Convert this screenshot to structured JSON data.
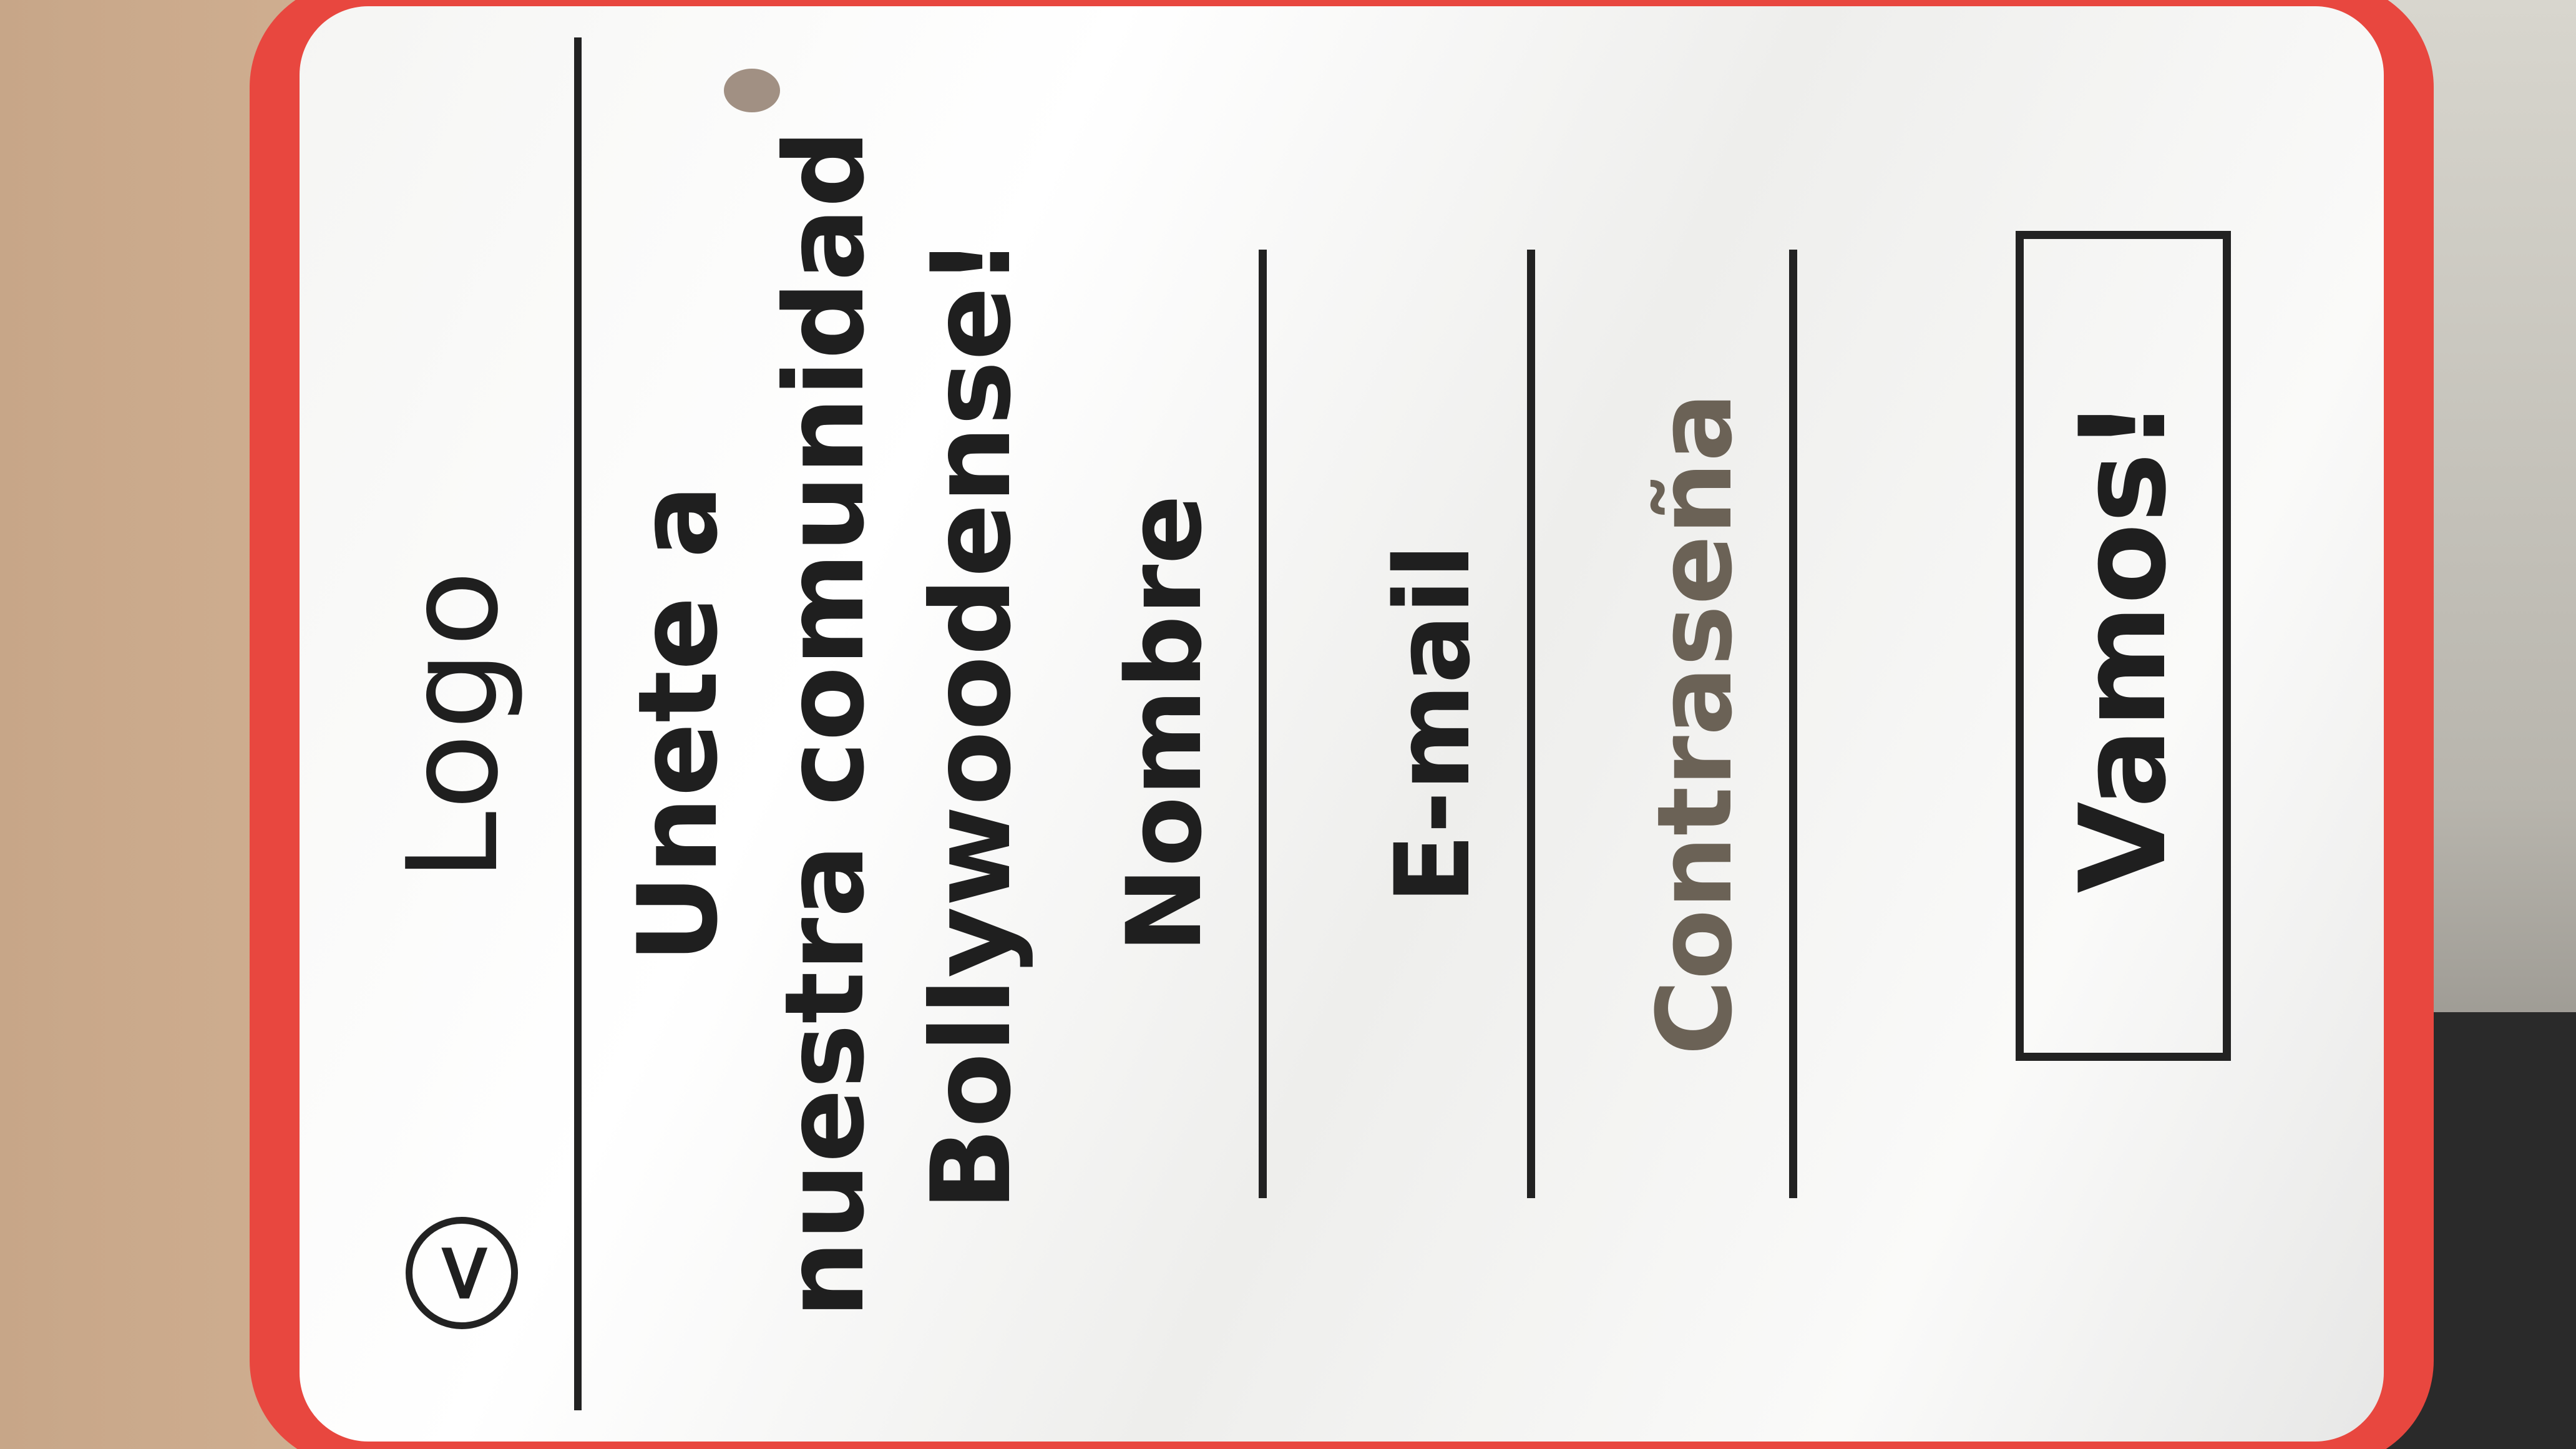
{
  "header": {
    "back_icon": "chevron-left-icon",
    "back_glyph": "<",
    "logo_label": "Logo"
  },
  "heading": {
    "line1": "Unete a",
    "line2": "nuestra comunidad",
    "line3": "Bollywoodense!"
  },
  "form": {
    "name_label": "Nombre",
    "email_label": "E-mail",
    "password_label": "Contraseña",
    "submit_label": "Vamos!"
  },
  "colors": {
    "frame": "#e8473f",
    "ink": "#222222",
    "board": "#f7f7f5"
  }
}
